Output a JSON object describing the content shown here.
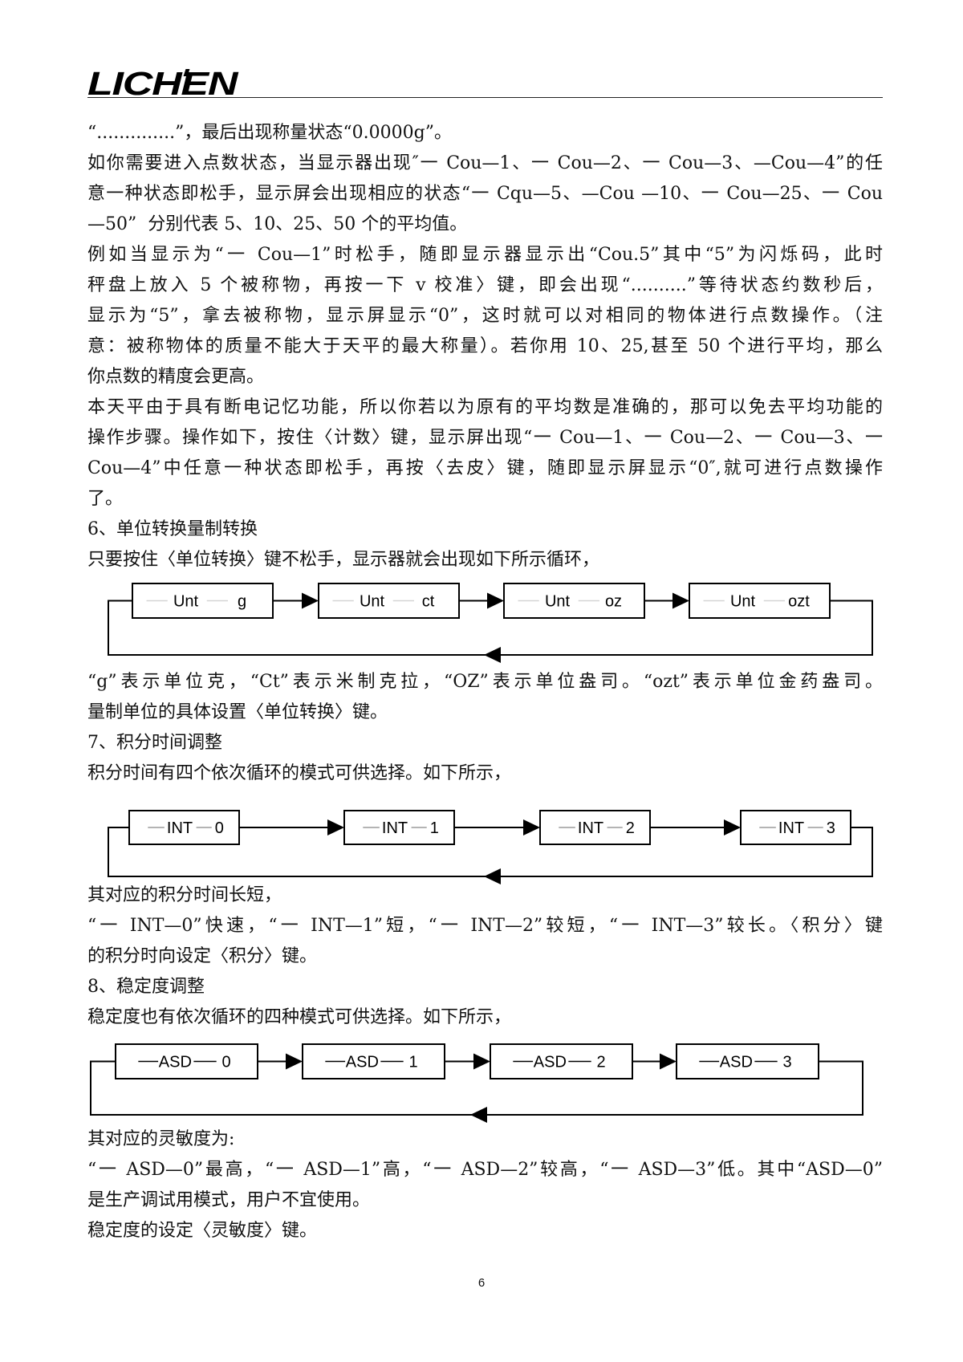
{
  "logo": {
    "text": "LICHEN"
  },
  "count_mode": {
    "continued_line": "“..............”，最后出现称量状态“0.0000g”。",
    "selection_paragraph": [
      "如你需要进入点数状态，当显示器出现″一 Cou—1、一 Cou—2、一 Cou—3、—Cou—4”的任",
      "意一种状态即松手，显示屏会出现相应的状态“一 Cqu—5、—Cou —10、一 Cou—25、一 Cou",
      "—50”  分别代表 5、10、25、50 个的平均值。"
    ],
    "example_paragraph": [
      "例如当显示为“一 Cou—1”时松手，随即显示器显示出“Cou.5”其中“5”为闪烁码，此时",
      "秤盘上放入 5 个被称物，再按一下 v 校准〉键，即会出现“..........”等待状态约数秒后，",
      "显示为“5”，拿去被称物，显示屏显示“0”，这时就可以对相同的物体进行点数操作。（注",
      "意：被称物体的质量不能大于天平的最大称量）。若你用 10、25,甚至 50 个进行平均，那么",
      "你点数的精度会更高。"
    ],
    "memory_paragraph": [
      "本天平由于具有断电记忆功能，所以你若以为原有的平均数是准确的，那可以免去平均功能的",
      "操作步骤。操作如下，按住〈计数〉键，显示屏出现“一 Cou—1、一 Cou—2、一 Cou—3、一",
      "Cou—4”中任意一种状态即松手，再按〈去皮〉键，随即显示屏显示“0″,就可进行点数操作",
      "了。"
    ]
  },
  "unit_conversion": {
    "heading": "6、单位转换量制转换",
    "intro": "只要按住〈单位转换〉键不松手，显示器就会出现如下所示循环，",
    "cycle": [
      {
        "name": "Unt",
        "value": "g"
      },
      {
        "name": "Unt",
        "value": "ct"
      },
      {
        "name": "Unt",
        "value": "oz"
      },
      {
        "name": "Unt",
        "value": "ozt"
      }
    ],
    "explanation": "“g”表示单位克，“Ct”表示米制克拉，“OZ”表示单位盎司。“ozt”表示单位金药盎司。",
    "setting": "量制单位的具体设置〈单位转换〉键。"
  },
  "integration_time": {
    "heading": "7、积分时间调整",
    "intro": "积分时间有四个依次循环的模式可供选择。如下所示，",
    "cycle": [
      {
        "name": "INT",
        "value": "0"
      },
      {
        "name": "INT",
        "value": "1"
      },
      {
        "name": "INT",
        "value": "2"
      },
      {
        "name": "INT",
        "value": "3"
      }
    ],
    "caption": "其对应的积分时间长短，",
    "explanation": [
      "“一 INT—0”快速，“一 INT—1”短，“一 INT—2”较短，“一 INT—3”较长。〈积分〉键",
      "的积分时向设定〈积分〉键。"
    ]
  },
  "stability": {
    "heading": "8、稳定度调整",
    "intro": "稳定度也有依次循环的四种模式可供选择。如下所示，",
    "cycle": [
      {
        "name": "ASD",
        "value": "0"
      },
      {
        "name": "ASD",
        "value": "1"
      },
      {
        "name": "ASD",
        "value": "2"
      },
      {
        "name": "ASD",
        "value": "3"
      }
    ],
    "caption": "其对应的灵敏度为:",
    "explanation": [
      "“一 ASD—0”最高，“一 ASD—1”高，“一 ASD—2”较高，“一 ASD—3”低。其中“ASD—0”",
      "是生产调试用模式，用户不宜使用。"
    ],
    "setting": "稳定度的设定〈灵敏度〉键。"
  },
  "page_number": "6"
}
